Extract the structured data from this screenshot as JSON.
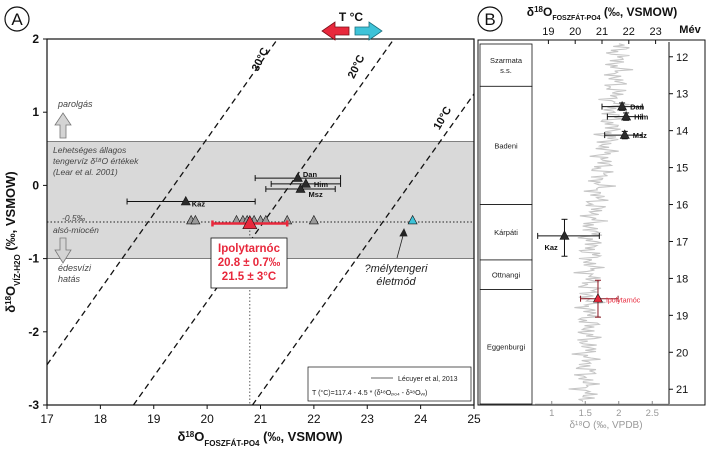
{
  "colors": {
    "red": "#e8283c",
    "cyan": "#3ec3d8",
    "grey_band": "#d9d9d9",
    "tri_black": "#2b2b2b",
    "tri_grey": "#9a9a9a"
  },
  "chart_data": [
    {
      "panel": "A",
      "type": "scatter",
      "xlabel_main": "δ",
      "xlabel_sup": "18",
      "xlabel_o": "O",
      "xlabel_sub": "FOSZFÁT-PO4",
      "xlabel_unit": " (‰, VSMOW)",
      "ylabel_main": "δ",
      "ylabel_sup": "18",
      "ylabel_o": "O",
      "ylabel_sub": "VÍZ-H2O",
      "ylabel_unit": " (‰, VSMOW)",
      "xlim": [
        17,
        25
      ],
      "ylim": [
        -3,
        2
      ],
      "xticks": [
        "17",
        "18",
        "19",
        "20",
        "21",
        "22",
        "23",
        "24",
        "25"
      ],
      "yticks": [
        "2",
        "1",
        "0",
        "-1",
        "-2",
        "-3"
      ],
      "arrow_label": "T °C",
      "isotherms": [
        {
          "label": "30°C",
          "points": [
            [
              17.0,
              -2.45
            ],
            [
              21.32,
              2.0
            ]
          ]
        },
        {
          "label": "20°C",
          "points": [
            [
              18.62,
              -3.0
            ],
            [
              23.5,
              2.0
            ]
          ]
        },
        {
          "label": "10°C",
          "points": [
            [
              20.85,
              -3.0
            ],
            [
              25.0,
              1.25
            ]
          ]
        }
      ],
      "band": {
        "y_low": -1.0,
        "y_high": 0.6,
        "label": [
          "Lehetséges állagos",
          "tengervíz δ¹⁸O értékek",
          "(Lear et al. 2001)"
        ]
      },
      "reference_line": {
        "y": -0.5,
        "label": [
          "-0,5‰",
          "alsó-miocén"
        ]
      },
      "arrows_y": {
        "up": "parolgás",
        "down": [
          "édesvízi",
          "hatás"
        ]
      },
      "series": [
        {
          "name": "Dan",
          "x": 21.7,
          "y": 0.1,
          "xerr": [
            20.9,
            22.5
          ],
          "color": "black"
        },
        {
          "name": "Him",
          "x": 21.85,
          "y": 0.02,
          "xerr": [
            21.2,
            22.5
          ],
          "color": "black"
        },
        {
          "name": "Msz",
          "x": 21.75,
          "y": -0.05,
          "xerr": [
            21.1,
            22.4
          ],
          "color": "black"
        },
        {
          "name": "Kaz",
          "x": 19.6,
          "y": -0.22,
          "xerr": [
            18.5,
            20.9
          ],
          "color": "black"
        },
        {
          "name": "",
          "x": 19.7,
          "y": -0.48,
          "color": "grey"
        },
        {
          "name": "",
          "x": 19.78,
          "y": -0.48,
          "color": "grey"
        },
        {
          "name": "",
          "x": 20.55,
          "y": -0.48,
          "color": "grey"
        },
        {
          "name": "",
          "x": 20.67,
          "y": -0.48,
          "color": "grey"
        },
        {
          "name": "",
          "x": 20.75,
          "y": -0.48,
          "color": "grey"
        },
        {
          "name": "",
          "x": 20.88,
          "y": -0.48,
          "color": "grey"
        },
        {
          "name": "",
          "x": 21.0,
          "y": -0.48,
          "color": "grey"
        },
        {
          "name": "",
          "x": 21.1,
          "y": -0.48,
          "color": "grey"
        },
        {
          "name": "",
          "x": 21.5,
          "y": -0.48,
          "color": "grey"
        },
        {
          "name": "",
          "x": 22.0,
          "y": -0.48,
          "color": "grey"
        },
        {
          "name": "",
          "x": 23.85,
          "y": -0.48,
          "color": "cyan"
        },
        {
          "name": "Ipolytarnóc",
          "x": 20.8,
          "y": -0.52,
          "xerr": [
            20.1,
            21.5
          ],
          "color": "red"
        }
      ],
      "ipoly_box": [
        "Ipolytarnóc",
        "20.8 ± 0.7‰",
        "21.5 ± 3°C"
      ],
      "deep_sea_label": [
        "?mélytengeri",
        "életmód"
      ],
      "formula_box": {
        "line1": "Lécuyer et al, 2013",
        "line2": "T (°C)=117.4 - 4.5 * (δ¹⁸Oₚₒ₄ - δ¹⁸Oᵥᵥ)"
      }
    },
    {
      "panel": "B",
      "type": "scatter",
      "top_xlabel_main": "δ",
      "top_xlabel_sup": "18",
      "top_xlabel_o": "O",
      "top_xlabel_sub": "FOSZFÁT-PO4",
      "top_xlabel_unit": " (‰, VSMOW)",
      "top_xlim": [
        18.5,
        23.5
      ],
      "top_xticks": [
        "19",
        "20",
        "21",
        "22",
        "23"
      ],
      "bottom_xlabel": "δ¹⁸O (‰, VPDB)",
      "bottom_xlim": [
        0.75,
        2.75
      ],
      "bottom_xticks": [
        "1",
        "1.5",
        "2",
        "2.5"
      ],
      "ylabel": "Mév",
      "ylim": [
        11.6,
        21.4
      ],
      "yticks": [
        "12",
        "13",
        "14",
        "15",
        "16",
        "17",
        "18",
        "19",
        "20",
        "21"
      ],
      "stages": [
        {
          "name": [
            "Szarmata",
            "s.s."
          ],
          "from": 11.6,
          "to": 12.8
        },
        {
          "name": [
            "Badeni"
          ],
          "from": 12.8,
          "to": 16.0
        },
        {
          "name": [
            "Kárpáti"
          ],
          "from": 16.0,
          "to": 17.5
        },
        {
          "name": [
            "Ottnangi"
          ],
          "from": 17.5,
          "to": 18.3
        },
        {
          "name": [
            "Eggenburgi"
          ],
          "from": 18.3,
          "to": 21.4
        }
      ],
      "series": [
        {
          "name": "Dan",
          "x": 21.75,
          "y": 13.35,
          "xerr": [
            21.0,
            22.5
          ],
          "yerr": [
            13.25,
            13.45
          ],
          "color": "black"
        },
        {
          "name": "Him",
          "x": 21.9,
          "y": 13.62,
          "xerr": [
            21.2,
            22.5
          ],
          "yerr": [
            13.52,
            13.72
          ],
          "color": "black"
        },
        {
          "name": "Msz",
          "x": 21.85,
          "y": 14.12,
          "xerr": [
            21.1,
            22.5
          ],
          "yerr": [
            14.02,
            14.22
          ],
          "color": "black"
        },
        {
          "name": "Kaz",
          "x": 19.6,
          "y": 16.85,
          "xerr": [
            18.6,
            20.9
          ],
          "yerr": [
            16.4,
            17.4
          ],
          "color": "black"
        },
        {
          "name": "Ipolytarnóc",
          "x": 20.85,
          "y": 18.55,
          "xerr": [
            20.2,
            21.6
          ],
          "yerr": [
            18.05,
            19.05
          ],
          "color": "red"
        }
      ]
    }
  ]
}
